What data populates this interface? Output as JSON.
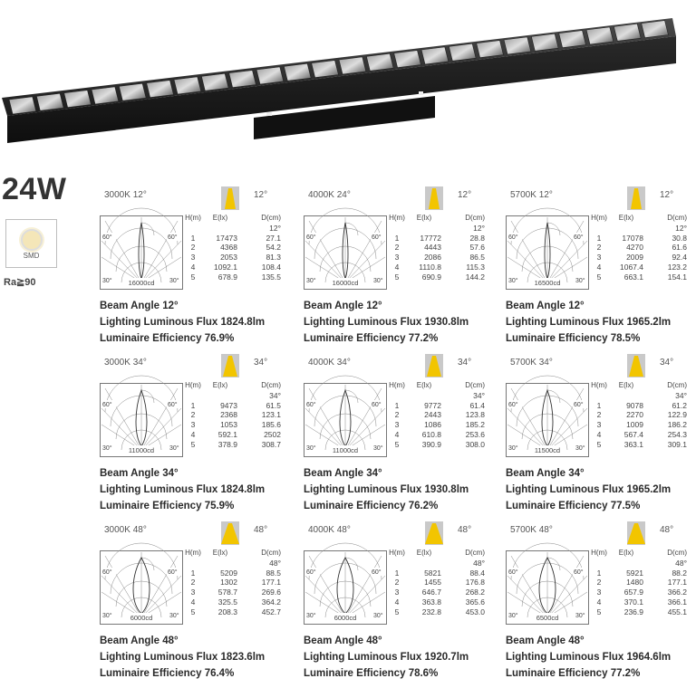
{
  "header": {
    "power": "24W",
    "smd_label": "SMD",
    "ra": "Ra≧90"
  },
  "polar_labels": {
    "left60": "60°",
    "right60": "60°",
    "left30": "30°",
    "right30": "30°"
  },
  "table_headers": {
    "h": "H(m)",
    "e": "E(lx)",
    "d": "D(cm)"
  },
  "text_labels": {
    "beam": "Beam Angle",
    "flux": "Lighting Luminous Flux",
    "eff": "Luminaire Efficiency"
  },
  "cards": [
    {
      "cct": "3000K",
      "angle": "12°",
      "cd": "16000cd",
      "beam_angle": "12°",
      "flux": "1824.8lm",
      "efficiency": "76.9%",
      "rows": [
        [
          "1",
          "17473",
          "27.1"
        ],
        [
          "2",
          "4368",
          "54.2"
        ],
        [
          "3",
          "2053",
          "81.3"
        ],
        [
          "4",
          "1092.1",
          "108.4"
        ],
        [
          "5",
          "678.9",
          "135.5"
        ]
      ]
    },
    {
      "cct": "4000K",
      "angle": "24°",
      "cd": "16000cd",
      "beam_angle": "12°",
      "flux": "1930.8lm",
      "efficiency": "77.2%",
      "rows": [
        [
          "1",
          "17772",
          "28.8"
        ],
        [
          "2",
          "4443",
          "57.6"
        ],
        [
          "3",
          "2086",
          "86.5"
        ],
        [
          "4",
          "1110.8",
          "115.3"
        ],
        [
          "5",
          "690.9",
          "144.2"
        ]
      ]
    },
    {
      "cct": "5700K",
      "angle": "12°",
      "cd": "16500cd",
      "beam_angle": "12°",
      "flux": "1965.2lm",
      "efficiency": "78.5%",
      "rows": [
        [
          "1",
          "17078",
          "30.8"
        ],
        [
          "2",
          "4270",
          "61.6"
        ],
        [
          "3",
          "2009",
          "92.4"
        ],
        [
          "4",
          "1067.4",
          "123.2"
        ],
        [
          "5",
          "663.1",
          "154.1"
        ]
      ]
    },
    {
      "cct": "3000K",
      "angle": "34°",
      "cd": "11000cd",
      "beam_angle": "34°",
      "flux": "1824.8lm",
      "efficiency": "75.9%",
      "rows": [
        [
          "1",
          "9473",
          "61.5"
        ],
        [
          "2",
          "2368",
          "123.1"
        ],
        [
          "3",
          "1053",
          "185.6"
        ],
        [
          "4",
          "592.1",
          "2502"
        ],
        [
          "5",
          "378.9",
          "308.7"
        ]
      ]
    },
    {
      "cct": "4000K",
      "angle": "34°",
      "cd": "11000cd",
      "beam_angle": "34°",
      "flux": "1930.8lm",
      "efficiency": "76.2%",
      "rows": [
        [
          "1",
          "9772",
          "61.4"
        ],
        [
          "2",
          "2443",
          "123.8"
        ],
        [
          "3",
          "1086",
          "185.2"
        ],
        [
          "4",
          "610.8",
          "253.6"
        ],
        [
          "5",
          "390.9",
          "308.0"
        ]
      ]
    },
    {
      "cct": "5700K",
      "angle": "34°",
      "cd": "11500cd",
      "beam_angle": "34°",
      "flux": "1965.2lm",
      "efficiency": "77.5%",
      "rows": [
        [
          "1",
          "9078",
          "61.2"
        ],
        [
          "2",
          "2270",
          "122.9"
        ],
        [
          "3",
          "1009",
          "186.2"
        ],
        [
          "4",
          "567.4",
          "254.3"
        ],
        [
          "5",
          "363.1",
          "309.1"
        ]
      ]
    },
    {
      "cct": "3000K",
      "angle": "48°",
      "cd": "6000cd",
      "beam_angle": "48°",
      "flux": "1823.6lm",
      "efficiency": "76.4%",
      "rows": [
        [
          "1",
          "5209",
          "88.5"
        ],
        [
          "2",
          "1302",
          "177.1"
        ],
        [
          "3",
          "578.7",
          "269.6"
        ],
        [
          "4",
          "325.5",
          "364.2"
        ],
        [
          "5",
          "208.3",
          "452.7"
        ]
      ]
    },
    {
      "cct": "4000K",
      "angle": "48°",
      "cd": "6000cd",
      "beam_angle": "48°",
      "flux": "1920.7lm",
      "efficiency": "78.6%",
      "rows": [
        [
          "1",
          "5821",
          "88.4"
        ],
        [
          "2",
          "1455",
          "176.8"
        ],
        [
          "3",
          "646.7",
          "268.2"
        ],
        [
          "4",
          "363.8",
          "365.6"
        ],
        [
          "5",
          "232.8",
          "453.0"
        ]
      ]
    },
    {
      "cct": "5700K",
      "angle": "48°",
      "cd": "6500cd",
      "beam_angle": "48°",
      "flux": "1964.6lm",
      "efficiency": "77.2%",
      "rows": [
        [
          "1",
          "5921",
          "88.2"
        ],
        [
          "2",
          "1480",
          "177.1"
        ],
        [
          "3",
          "657.9",
          "366.2"
        ],
        [
          "4",
          "370.1",
          "366.1"
        ],
        [
          "5",
          "236.9",
          "455.1"
        ]
      ]
    }
  ]
}
